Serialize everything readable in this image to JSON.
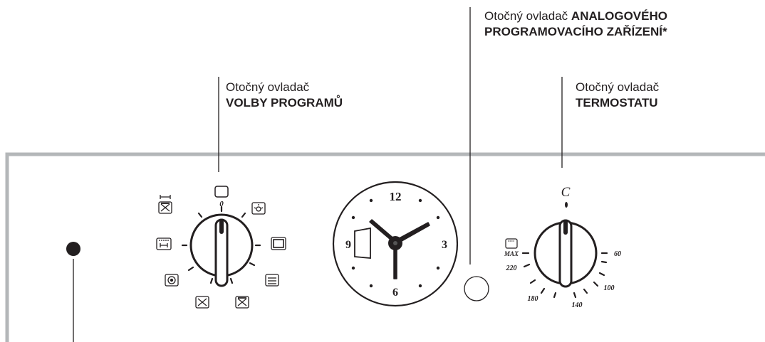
{
  "labels": {
    "programmer": {
      "prefix": "Otočný ovladač",
      "bold1": "ANALOGOVÉHO",
      "bold2": "PROGRAMOVACÍHO ZAŘÍZENÍ*"
    },
    "program_selector": {
      "line1": "Otočný ovladač",
      "line2": "VOLBY PROGRAMŮ"
    },
    "thermostat": {
      "line1": "Otočný ovladač",
      "line2": "TERMOSTATU"
    }
  },
  "program_knob": {
    "zero_label": "0"
  },
  "clock": {
    "numbers": [
      "12",
      "3",
      "6",
      "9"
    ]
  },
  "thermostat_knob": {
    "c_label": "C",
    "scale": [
      "MAX",
      "220",
      "180",
      "140",
      "100",
      "60"
    ]
  },
  "colors": {
    "panel": "#b4b7b9",
    "ink": "#231f20"
  }
}
